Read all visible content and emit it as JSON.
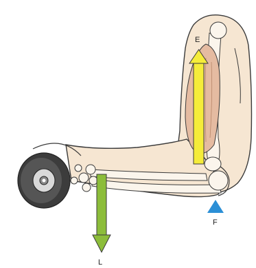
{
  "labels": {
    "effort": "E",
    "fulcrum": "F",
    "load": "L"
  },
  "colors": {
    "background": "#ffffff",
    "skin": "#f6e6d2",
    "outline": "#3a3a3a",
    "bone": "#fbf5ec",
    "muscle": "#e5bba1",
    "effort_arrow": "#f5ec3a",
    "load_arrow": "#8cbd3a",
    "fulcrum_marker": "#2b8fd6",
    "dumbbell_dark": "#3c3c3c",
    "dumbbell_light": "#d9d9d9"
  },
  "icons": {
    "effort": "up-arrow",
    "load": "down-arrow",
    "fulcrum": "triangle"
  }
}
